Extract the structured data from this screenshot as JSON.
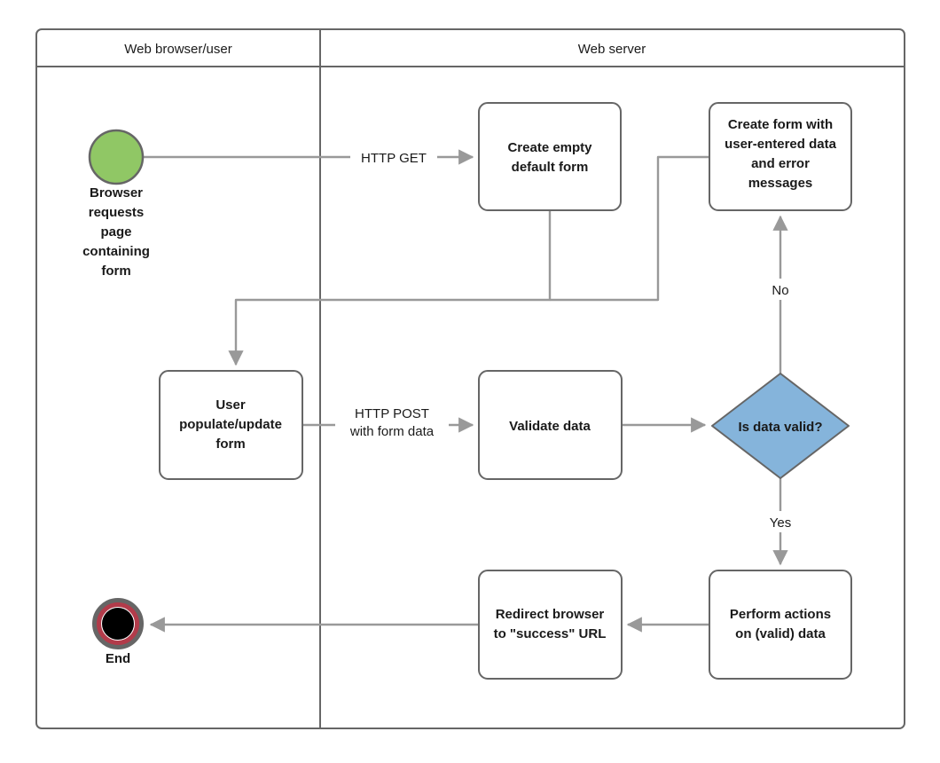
{
  "diagram": {
    "type": "activity-swimlane-flowchart",
    "colors": {
      "start_fill": "#90C765",
      "decision_fill": "#85B4DB",
      "node_stroke": "#666666",
      "flowline": "#999999",
      "end_ring": "#B23B4A",
      "background": "#ffffff"
    },
    "lanes": [
      {
        "id": "lane-browser",
        "title": "Web browser/user"
      },
      {
        "id": "lane-server",
        "title": "Web server"
      }
    ],
    "nodes": {
      "start": {
        "kind": "start-circle",
        "caption_lines": [
          "Browser",
          "requests",
          "page",
          "containing",
          "form"
        ]
      },
      "create_empty_form": {
        "kind": "process",
        "lines": [
          "Create empty",
          "default form"
        ]
      },
      "create_form_errors": {
        "kind": "process",
        "lines": [
          "Create form with",
          "user-entered data",
          "and error",
          "messages"
        ]
      },
      "user_populate": {
        "kind": "process",
        "lines": [
          "User",
          "populate/update",
          "form"
        ]
      },
      "validate_data": {
        "kind": "process",
        "lines": [
          "Validate data"
        ]
      },
      "is_data_valid": {
        "kind": "decision",
        "lines": [
          "Is data valid?"
        ]
      },
      "perform_actions": {
        "kind": "process",
        "lines": [
          "Perform actions",
          "on (valid) data"
        ]
      },
      "redirect_browser": {
        "kind": "process",
        "lines": [
          "Redirect browser",
          "to \"success\" URL"
        ]
      },
      "end": {
        "kind": "end-circle",
        "caption_lines": [
          "End"
        ]
      }
    },
    "edge_labels": {
      "http_get": [
        "HTTP GET"
      ],
      "http_post": [
        "HTTP POST",
        "with form data"
      ],
      "no": [
        "No"
      ],
      "yes": [
        "Yes"
      ]
    }
  }
}
